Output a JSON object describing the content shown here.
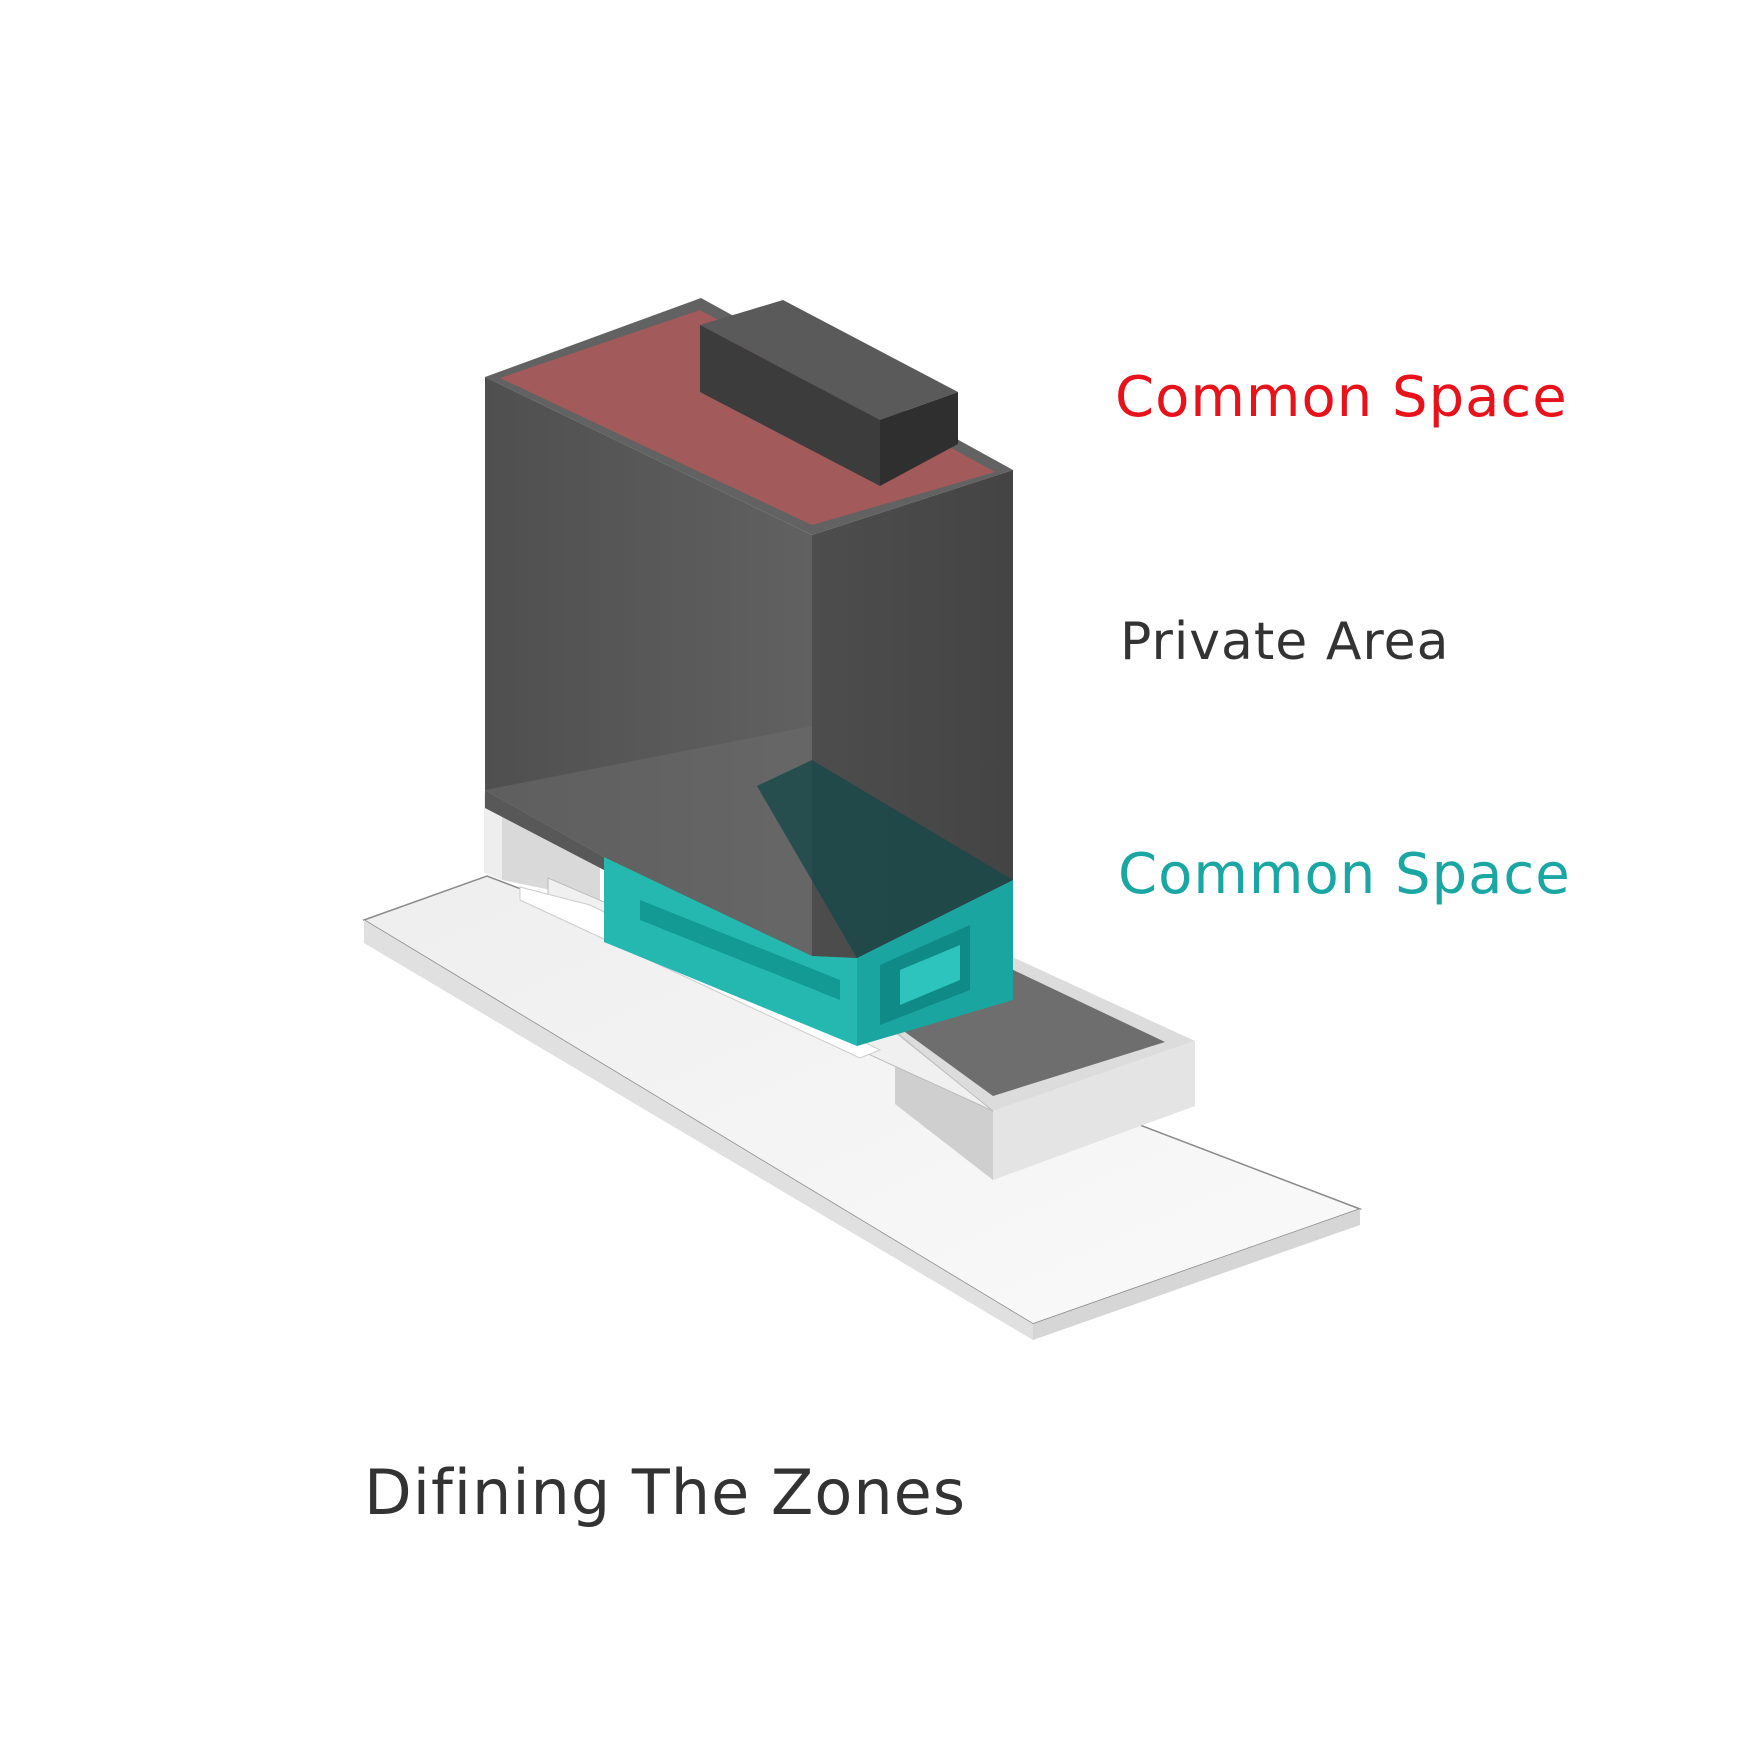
{
  "labels": {
    "top": {
      "text": "Common Space",
      "color": "#e8121b"
    },
    "middle": {
      "text": "Private Area",
      "color": "#333333"
    },
    "bottom": {
      "text": "Common Space",
      "color": "#1aa7a3"
    }
  },
  "caption": "Difining The Zones",
  "colors": {
    "background": "#ffffff",
    "tower_dark": "#4a4a4a",
    "tower_light": "#5e5e5e",
    "roof_zone": "#a35a5a",
    "lower_zone": "#24b8b1",
    "site_white": "#f2f2f2"
  }
}
